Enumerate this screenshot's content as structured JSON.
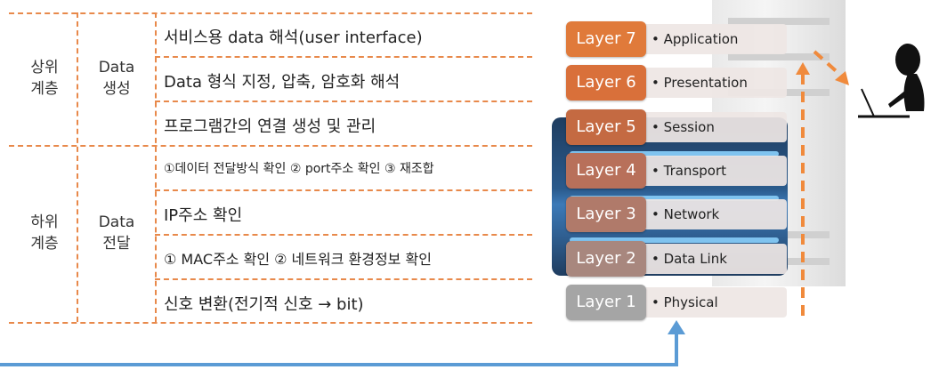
{
  "table": {
    "groups": [
      {
        "level_line1": "상위",
        "level_line2": "계층",
        "data_line1": "Data",
        "data_line2": "생성"
      },
      {
        "level_line1": "하위",
        "level_line2": "계층",
        "data_line1": "Data",
        "data_line2": "전달"
      }
    ],
    "rows": [
      "서비스용 data 해석(user interface)",
      "Data 형식 지정, 압축, 암호화 해석",
      "프로그램간의 연결 생성 및 관리",
      "①데이터 전달방식 확인 ② port주소 확인 ③ 재조합",
      "IP주소 확인",
      "① MAC주소 확인 ② 네트워크 환경정보 확인",
      "신호 변환(전기적 신호 → bit)"
    ]
  },
  "layers": [
    {
      "badge": "Layer 7",
      "name": "• Application",
      "color": "#e07a3a"
    },
    {
      "badge": "Layer 6",
      "name": "• Presentation",
      "color": "#d9703a"
    },
    {
      "badge": "Layer 5",
      "name": "• Session",
      "color": "#c46a42"
    },
    {
      "badge": "Layer 4",
      "name": "• Transport",
      "color": "#b8705a"
    },
    {
      "badge": "Layer 3",
      "name": "• Network",
      "color": "#b07a6a"
    },
    {
      "badge": "Layer 2",
      "name": "• Data Link",
      "color": "#a8877e"
    },
    {
      "badge": "Layer 1",
      "name": "• Physical",
      "color": "#a5a5a5"
    }
  ],
  "colors": {
    "dash": "#e8894b",
    "arrow": "#5b9bd5",
    "flow": "#f08a3c"
  }
}
